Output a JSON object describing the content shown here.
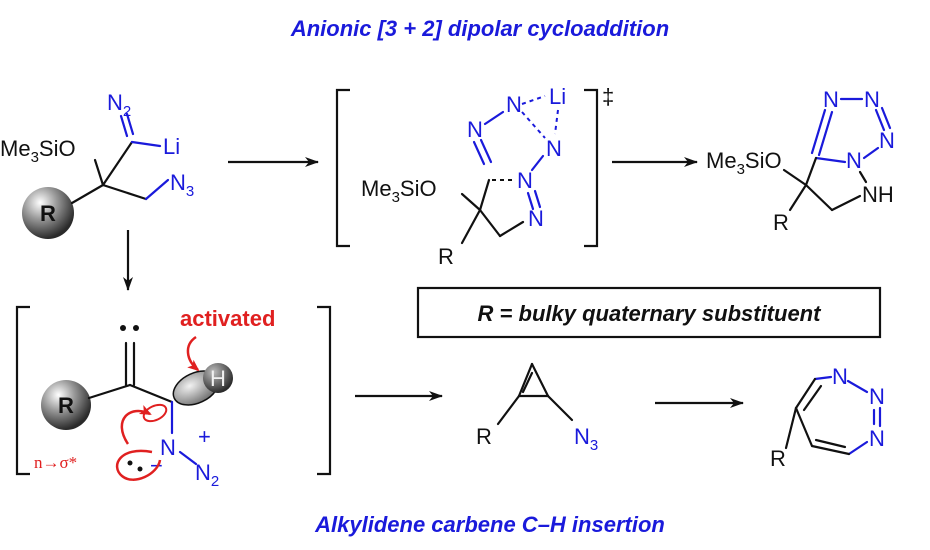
{
  "title_top": "Anionic [3 + 2] dipolar cycloaddition",
  "title_bottom": "Alkylidene carbene C–H insertion",
  "box_text": "R = bulky quaternary substituent",
  "activated_label": "activated",
  "n_sigma_label": "n→σ*",
  "ts_symbol": "‡",
  "atoms": {
    "R": "R",
    "Me3SiO": "Me",
    "sub3": "3",
    "SiO": "SiO",
    "N": "N",
    "NH": "NH",
    "Li": "Li",
    "H": "H",
    "sub2": "2",
    "plus": "+",
    "minus": "−"
  },
  "colors": {
    "blue": "#1a1adb",
    "red": "#e02020",
    "black": "#111111"
  }
}
